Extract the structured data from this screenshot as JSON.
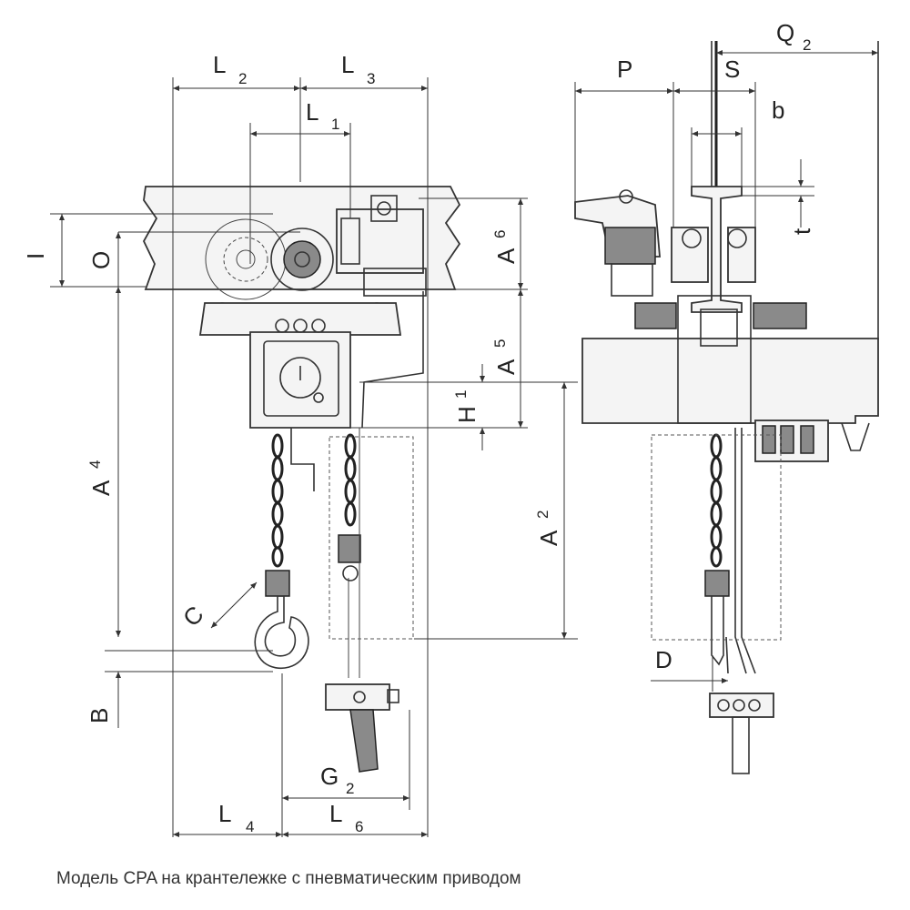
{
  "caption": "Модель CPA на крантележке с пневматическим приводом",
  "dimensions": {
    "L2": {
      "main": "L",
      "sub": "2"
    },
    "L3": {
      "main": "L",
      "sub": "3"
    },
    "L1": {
      "main": "L",
      "sub": "1"
    },
    "I": {
      "main": "I",
      "sub": ""
    },
    "O": {
      "main": "O",
      "sub": ""
    },
    "A6": {
      "main": "A",
      "sub": "6"
    },
    "A5": {
      "main": "A",
      "sub": "5"
    },
    "H1": {
      "main": "H",
      "sub": "1"
    },
    "A4": {
      "main": "A",
      "sub": "4"
    },
    "A2": {
      "main": "A",
      "sub": "2"
    },
    "C": {
      "main": "C",
      "sub": ""
    },
    "B": {
      "main": "B",
      "sub": ""
    },
    "G2": {
      "main": "G",
      "sub": "2"
    },
    "L4": {
      "main": "L",
      "sub": "4"
    },
    "L6": {
      "main": "L",
      "sub": "6"
    },
    "P": {
      "main": "P",
      "sub": ""
    },
    "S": {
      "main": "S",
      "sub": ""
    },
    "Q2": {
      "main": "Q",
      "sub": "2"
    },
    "b": {
      "main": "b",
      "sub": ""
    },
    "t": {
      "main": "t",
      "sub": ""
    },
    "D": {
      "main": "D",
      "sub": ""
    }
  }
}
